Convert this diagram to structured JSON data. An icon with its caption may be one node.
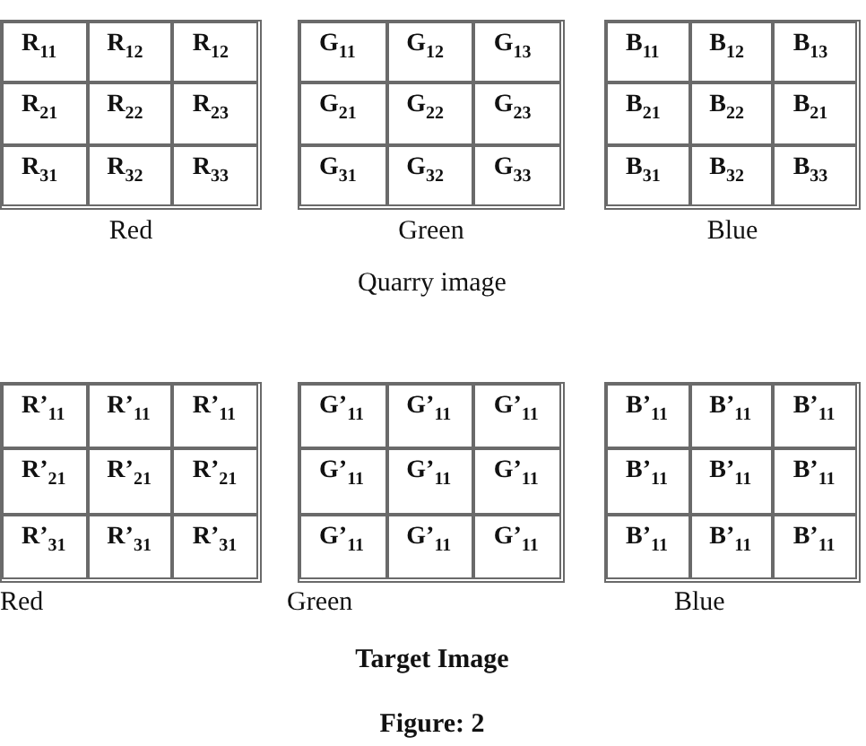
{
  "diagram": {
    "caption": "Figure: 2",
    "nodes": [
      {
        "text": [],
        "shape": "box",
        "beside": [
          "Red"
        ]
      },
      {
        "text": [
          "R$_{11}$"
        ],
        "in": 0
      },
      {
        "text": [
          "R$_{12}$"
        ],
        "in": 0
      },
      {
        "text": [
          "R$_{12}$"
        ],
        "in": 0
      },
      {
        "text": [
          "R$_{21}$"
        ],
        "in": 0
      },
      {
        "text": [
          "R$_{22}$"
        ],
        "in": 0
      },
      {
        "text": [
          "R$_{23}$"
        ],
        "in": 0
      },
      {
        "text": [
          "R$_{31}$"
        ],
        "in": 0
      },
      {
        "text": [
          "R$_{32}$"
        ],
        "in": 0
      },
      {
        "text": [
          "R$_{33}$"
        ],
        "in": 0
      },
      {
        "text": [],
        "shape": "box",
        "beside": [
          "Green"
        ]
      },
      {
        "text": [
          "G$_{11}$"
        ],
        "in": 10
      },
      {
        "text": [
          "G$_{12}$"
        ],
        "in": 10
      },
      {
        "text": [
          "G$_{13}$"
        ],
        "in": 10
      },
      {
        "text": [
          "G$_{21}$"
        ],
        "in": 10
      },
      {
        "text": [
          "G$_{22}$"
        ],
        "in": 10
      },
      {
        "text": [
          "G$_{23}$"
        ],
        "in": 10
      },
      {
        "text": [
          "G$_{31}$"
        ],
        "in": 10
      },
      {
        "text": [
          "G$_{32}$"
        ],
        "in": 10
      },
      {
        "text": [
          "G$_{33}$"
        ],
        "in": 10
      },
      {
        "text": [],
        "shape": "box",
        "beside": [
          "Blue"
        ]
      },
      {
        "text": [
          "B$_{11}$"
        ],
        "in": 20
      },
      {
        "text": [
          "B$_{12}$"
        ],
        "in": 20
      },
      {
        "text": [
          "B$_{13}$"
        ],
        "in": 20
      },
      {
        "text": [
          "B$_{21}$"
        ],
        "in": 20
      },
      {
        "text": [
          "B$_{22}$"
        ],
        "in": 20
      },
      {
        "text": [
          "B$_{21}$"
        ],
        "in": 20
      },
      {
        "text": [
          "B$_{31}$"
        ],
        "in": 20
      },
      {
        "text": [
          "B$_{32}$"
        ],
        "in": 20
      },
      {
        "text": [
          "B$_{33}$"
        ],
        "in": 20
      },
      {
        "text": [],
        "shape": "box",
        "beside": [
          "Red"
        ]
      },
      {
        "text": [
          "R’$_{11}$"
        ],
        "in": 30
      },
      {
        "text": [
          "R’$_{11}$"
        ],
        "in": 30
      },
      {
        "text": [
          "R’$_{11}$"
        ],
        "in": 30
      },
      {
        "text": [
          "R’$_{21}$"
        ],
        "in": 30
      },
      {
        "text": [
          "R’$_{21}$"
        ],
        "in": 30
      },
      {
        "text": [
          "R’$_{21}$"
        ],
        "in": 30
      },
      {
        "text": [
          "R’$_{31}$"
        ],
        "in": 30
      },
      {
        "text": [
          "R’$_{31}$"
        ],
        "in": 30
      },
      {
        "text": [
          "R’$_{31}$"
        ],
        "in": 30
      },
      {
        "text": [],
        "shape": "box",
        "beside": [
          "Green"
        ]
      },
      {
        "text": [
          "G’$_{11}$"
        ],
        "in": 40
      },
      {
        "text": [
          "G’$_{11}$"
        ],
        "in": 40
      },
      {
        "text": [
          "G’$_{11}$"
        ],
        "in": 40
      },
      {
        "text": [
          "G’$_{11}$"
        ],
        "in": 40
      },
      {
        "text": [
          "G’$_{11}$"
        ],
        "in": 40
      },
      {
        "text": [
          "G’$_{11}$"
        ],
        "in": 40
      },
      {
        "text": [
          "G’$_{11}$"
        ],
        "in": 40
      },
      {
        "text": [
          "G’$_{11}$"
        ],
        "in": 40
      },
      {
        "text": [
          "G’$_{11}$"
        ],
        "in": 40
      },
      {
        "text": [],
        "shape": "box",
        "beside": [
          "Blue"
        ]
      },
      {
        "text": [
          "B’$_{11}$"
        ],
        "in": 50
      },
      {
        "text": [
          "B’$_{11}$"
        ],
        "in": 50
      },
      {
        "text": [
          "B’$_{11}$"
        ],
        "in": 50
      },
      {
        "text": [
          "B’$_{11}$"
        ],
        "in": 50
      },
      {
        "text": [
          "B’$_{11}$"
        ],
        "in": 50
      },
      {
        "text": [
          "B’$_{11}$"
        ],
        "in": 50
      },
      {
        "text": [
          "B’$_{11}$"
        ],
        "in": 50
      },
      {
        "text": [
          "B’$_{11}$"
        ],
        "in": 50
      },
      {
        "text": [
          "B’$_{11}$"
        ],
        "in": 50
      }
    ],
    "labels": [
      "Quarry image",
      "Target Image"
    ]
  }
}
